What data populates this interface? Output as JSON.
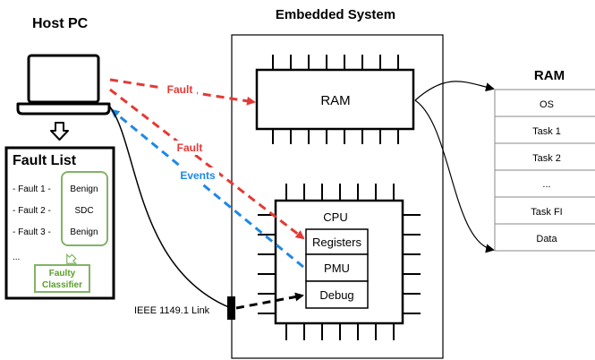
{
  "host_pc": {
    "title": "Host PC",
    "laptop_icon": "laptop-icon",
    "arrow_icon": "down-arrow-icon"
  },
  "fault_list": {
    "title": "Fault List",
    "rows": [
      {
        "fault": "- Fault 1 -",
        "result": "Benign"
      },
      {
        "fault": "- Fault 2 -",
        "result": "SDC"
      },
      {
        "fault": "- Fault 3 -",
        "result": "Benign"
      }
    ],
    "ellipsis": "...",
    "classifier_line1": "Faulty",
    "classifier_line2": "Classifier"
  },
  "embedded_system": {
    "title": "Embedded System",
    "ram_label": "RAM",
    "cpu_label": "CPU",
    "cpu_blocks": [
      "Registers",
      "PMU",
      "Debug"
    ]
  },
  "ram_map": {
    "title": "RAM",
    "rows": [
      "OS",
      "Task 1",
      "Task 2",
      "...",
      "Task FI",
      "Data"
    ]
  },
  "links": {
    "fault_ram": "Fault",
    "fault_registers": "Fault",
    "events": "Events",
    "jtag": "IEEE 1149.1 Link"
  },
  "colors": {
    "fault": "#e53935",
    "events": "#1e88e5",
    "classifier": "#5a9e2a",
    "classifier_border": "#82b366",
    "black": "#000000"
  }
}
